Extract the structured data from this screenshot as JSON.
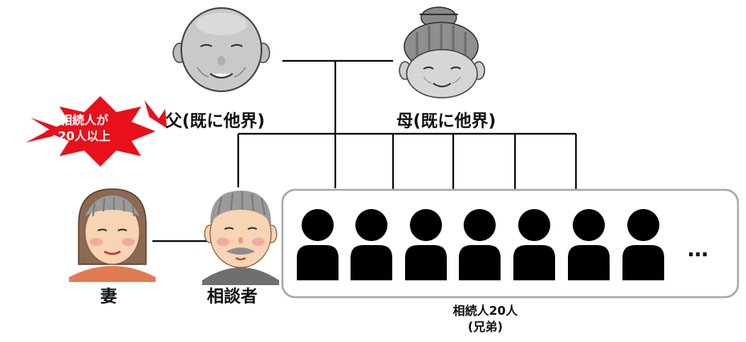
{
  "father": {
    "label": "父(既に他界)"
  },
  "mother": {
    "label": "母(既に他界)"
  },
  "wife": {
    "label": "妻"
  },
  "consultant": {
    "label": "相談者"
  },
  "burst": {
    "line1": "相続人が",
    "line2": "20人以上",
    "color": "#e8101a"
  },
  "heirs": {
    "count_shown": 7,
    "ellipsis": "…",
    "caption_line1": "相続人20人",
    "caption_line2": "(兄弟)"
  },
  "colors": {
    "line": "#111111",
    "box_border": "#a9a9a9",
    "silhouette": "#000000"
  }
}
